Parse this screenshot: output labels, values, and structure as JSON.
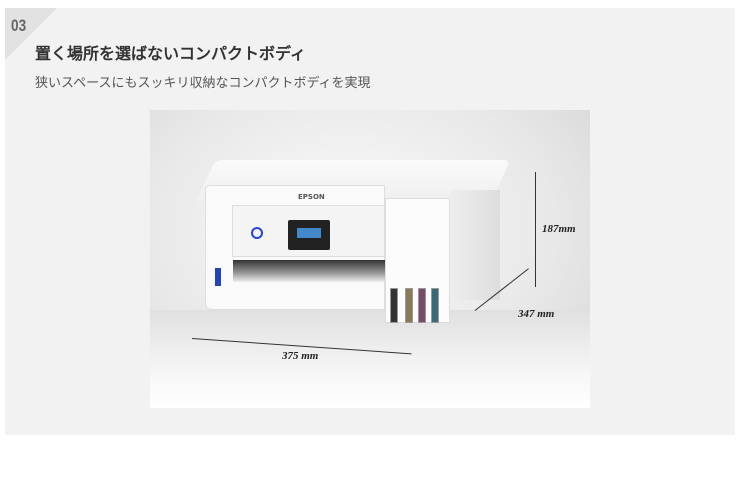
{
  "section": {
    "number": "03",
    "title": "置く場所を選ばないコンパクトボディ",
    "subtitle": "狭いスペースにもスッキリ収納なコンパクトボディを実現"
  },
  "product_image": {
    "brand": "EPSON",
    "dimensions": {
      "height": "187mm",
      "depth": "347 mm",
      "width": "375 mm"
    },
    "ink_colors": [
      "#222222",
      "#8a7a55",
      "#7a4a6a",
      "#3a6a7a"
    ]
  }
}
